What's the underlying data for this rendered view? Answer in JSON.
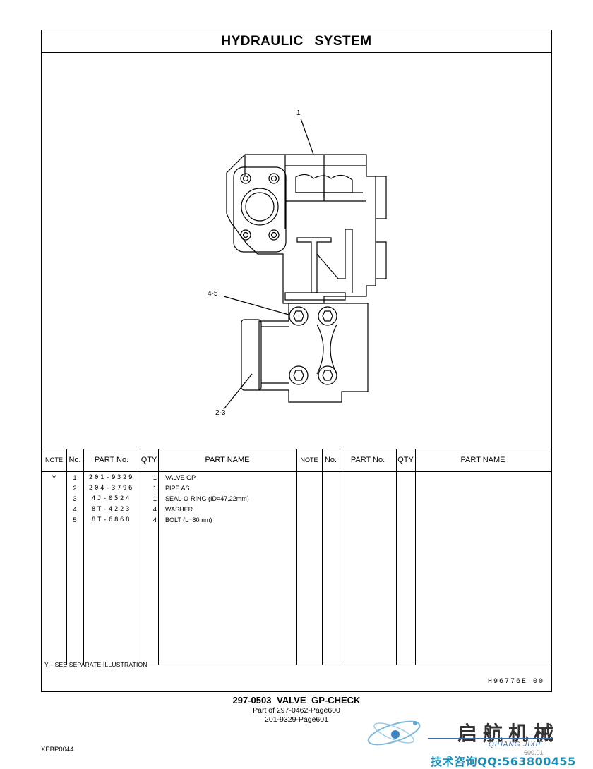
{
  "header": {
    "title": "HYDRAULIC   SYSTEM"
  },
  "illustration": {
    "callouts": [
      "1",
      "4-5",
      "2-3"
    ],
    "figure_icon": "valve-gp-check-exploded-drawing"
  },
  "parts_table": {
    "columns": [
      "NOTE",
      "No.",
      "PART No.",
      "QTY",
      "PART NAME"
    ],
    "rows": [
      {
        "note": "Y",
        "no": "1",
        "part_no": "201-9329",
        "qty": "1",
        "name": "VALVE  GP"
      },
      {
        "note": "",
        "no": "2",
        "part_no": "204-3796",
        "qty": "1",
        "name": "PIPE  AS"
      },
      {
        "note": "",
        "no": "3",
        "part_no": "4J-0524",
        "qty": "1",
        "name": "SEAL-O-RING (ID=47.22mm)"
      },
      {
        "note": "",
        "no": "4",
        "part_no": "8T-4223",
        "qty": "4",
        "name": "WASHER"
      },
      {
        "note": "",
        "no": "5",
        "part_no": "8T-6868",
        "qty": "4",
        "name": "BOLT (L=80mm)"
      }
    ],
    "footnote": "Y—SEE  SEPARATE  ILLUSTRATION",
    "drawing_ref": "H96776E   00"
  },
  "footer": {
    "title": "297-0503  VALVE  GP-CHECK",
    "line1": "Part of 297-0462-Page600",
    "line2": "201-9329-Page601",
    "doc_id": "XEBP0044"
  },
  "watermark": {
    "cn_name": "启航机械",
    "pinyin": "QIHANG JIXIE",
    "page": "600.01",
    "contact": "技术咨询QQ:563800455",
    "logo_icon": "orbit-logo-icon",
    "accent": "#1b8fb8"
  }
}
